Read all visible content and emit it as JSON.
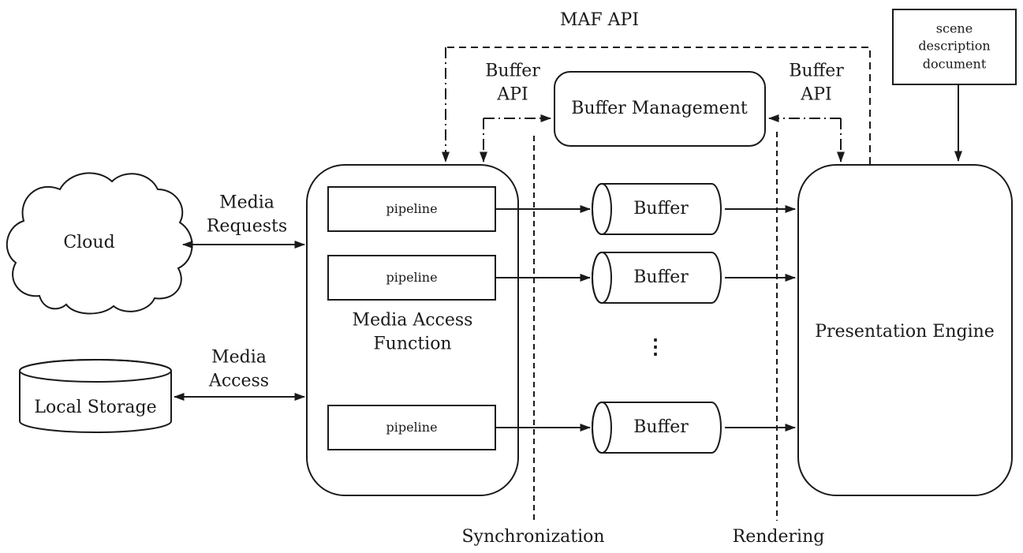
{
  "colors": {
    "ink": "#1a1a1a",
    "background": "#ffffff"
  },
  "labels": {
    "maf_api": "MAF API",
    "buffer_api_left": [
      "Buffer",
      "API"
    ],
    "buffer_api_right": [
      "Buffer",
      "API"
    ],
    "media_requests": [
      "Media",
      "Requests"
    ],
    "media_access": [
      "Media",
      "Access"
    ],
    "synchronization": "Synchronization",
    "rendering": "Rendering",
    "more_buffers_ellipsis": "⋮"
  },
  "nodes": {
    "cloud": {
      "label": "Cloud"
    },
    "local_storage": {
      "label": "Local Storage"
    },
    "media_access_function": {
      "label": [
        "Media Access",
        "Function"
      ],
      "pipelines": [
        {
          "label": "pipeline"
        },
        {
          "label": "pipeline"
        },
        {
          "label": "pipeline"
        }
      ]
    },
    "buffer_management": {
      "label": "Buffer Management"
    },
    "buffers": [
      {
        "label": "Buffer"
      },
      {
        "label": "Buffer"
      },
      {
        "label": "Buffer"
      }
    ],
    "presentation_engine": {
      "label": "Presentation Engine"
    },
    "scene_description_document": {
      "label": [
        "scene",
        "description",
        "document"
      ]
    }
  }
}
